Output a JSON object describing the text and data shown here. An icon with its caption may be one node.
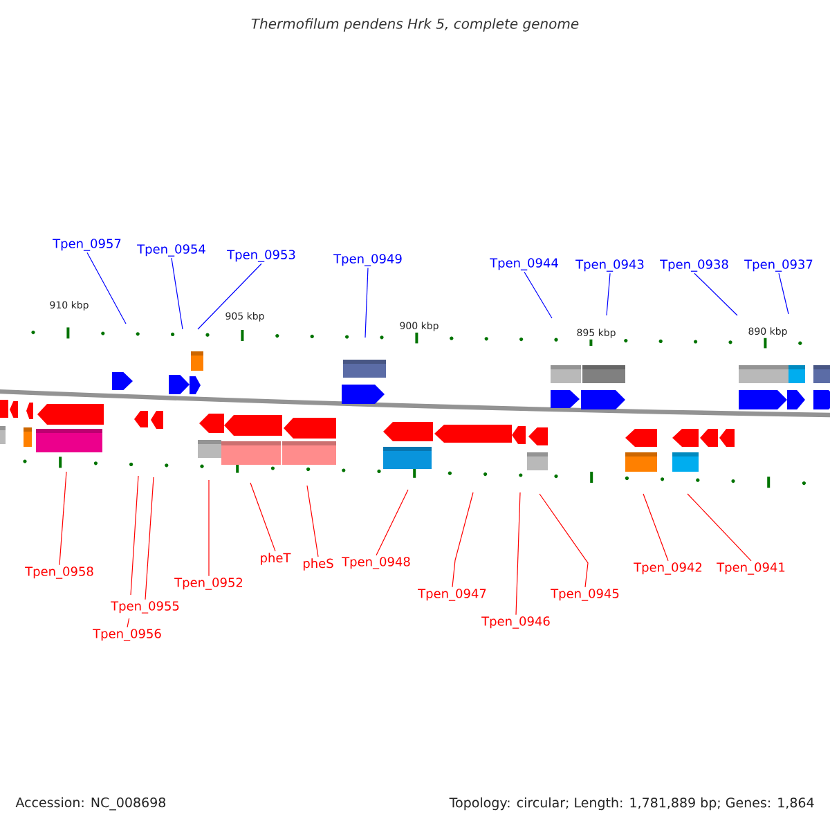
{
  "diagram": {
    "title": "Thermofilum pendens Hrk 5, complete genome",
    "nodes": [
      {
        "text": [
          "Tpen_0957"
        ]
      },
      {
        "text": [
          "Tpen_0954"
        ]
      },
      {
        "text": [
          "Tpen_0953"
        ]
      },
      {
        "text": [
          "Tpen_0949"
        ]
      },
      {
        "text": [
          "Tpen_0944"
        ]
      },
      {
        "text": [
          "Tpen_0943"
        ]
      },
      {
        "text": [
          "Tpen_0938"
        ]
      },
      {
        "text": [
          "Tpen_0937"
        ]
      },
      {
        "text": [
          "Tpen_0958"
        ]
      },
      {
        "text": [
          "Tpen_0955"
        ]
      },
      {
        "text": [
          "Tpen_0956"
        ]
      },
      {
        "text": [
          "Tpen_0952"
        ]
      },
      {
        "text": [
          "pheT"
        ]
      },
      {
        "text": [
          "pheS"
        ]
      },
      {
        "text": [
          "Tpen_0948"
        ]
      },
      {
        "text": [
          "Tpen_0947"
        ]
      },
      {
        "text": [
          "Tpen_0946"
        ]
      },
      {
        "text": [
          "Tpen_0945"
        ]
      },
      {
        "text": [
          "Tpen_0942"
        ]
      },
      {
        "text": [
          "Tpen_0941"
        ]
      }
    ],
    "edges": [
      {
        "from": 0,
        "to": null,
        "arrow": "none",
        "color": "#0000ff"
      },
      {
        "from": 1,
        "to": null,
        "arrow": "none",
        "color": "#0000ff"
      },
      {
        "from": 2,
        "to": null,
        "arrow": "none",
        "color": "#0000ff"
      },
      {
        "from": 3,
        "to": null,
        "arrow": "none",
        "color": "#0000ff"
      },
      {
        "from": 4,
        "to": null,
        "arrow": "none",
        "color": "#0000ff"
      },
      {
        "from": 5,
        "to": null,
        "arrow": "none",
        "color": "#0000ff"
      },
      {
        "from": 6,
        "to": null,
        "arrow": "none",
        "color": "#0000ff"
      },
      {
        "from": 7,
        "to": null,
        "arrow": "none",
        "color": "#0000ff"
      },
      {
        "from": 8,
        "to": null,
        "arrow": "none"
      },
      {
        "from": 9,
        "to": null,
        "arrow": "none"
      },
      {
        "from": 10,
        "to": null,
        "arrow": "none"
      },
      {
        "from": 11,
        "to": null,
        "arrow": "none"
      },
      {
        "from": 12,
        "to": null,
        "arrow": "none"
      },
      {
        "from": 13,
        "to": null,
        "arrow": "none"
      },
      {
        "from": 14,
        "to": null,
        "arrow": "none"
      },
      {
        "from": 15,
        "to": null,
        "arrow": "none"
      },
      {
        "from": 16,
        "to": null,
        "arrow": "none"
      },
      {
        "from": 17,
        "to": null,
        "arrow": "none"
      },
      {
        "from": 18,
        "to": null,
        "arrow": "none"
      },
      {
        "from": 19,
        "to": null,
        "arrow": "none"
      }
    ],
    "labels": [
      "910 kbp",
      "905 kbp",
      "900 kbp",
      "895 kbp",
      "890 kbp",
      "Accession: NC_008698",
      "Topology: circular; Length: 1,781,889 bp; Genes: 1,864"
    ]
  }
}
